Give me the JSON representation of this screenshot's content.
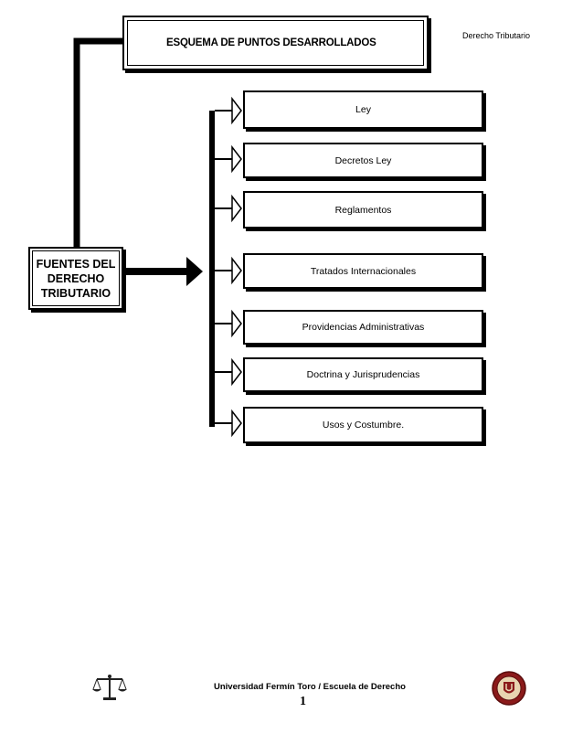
{
  "header": {
    "course": "Derecho Tributario"
  },
  "title": "ESQUEMA DE PUNTOS DESARROLLADOS",
  "main_topic": "FUENTES DEL\nDERECHO\nTRIBUTARIO",
  "items": [
    {
      "label": "Ley"
    },
    {
      "label": "Decretos Ley"
    },
    {
      "label": "Reglamentos"
    },
    {
      "label": "Tratados Internacionales"
    },
    {
      "label": "Providencias Administrativas"
    },
    {
      "label": "Doctrina y Jurisprudencias"
    },
    {
      "label": "Usos y Costumbre."
    }
  ],
  "footer": {
    "institution": "Universidad Fermín Toro / Escuela de Derecho",
    "page_number": "1"
  },
  "icons": {
    "left": "scales-of-justice-icon",
    "right": "university-seal-icon"
  }
}
